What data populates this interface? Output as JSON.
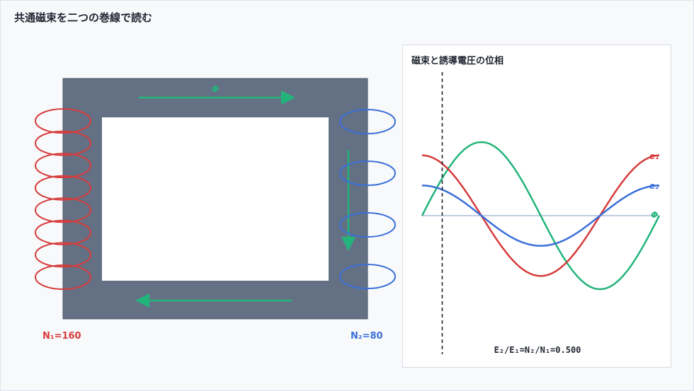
{
  "title": "共通磁束を二つの巻線で読む",
  "colors": {
    "core": "#647185",
    "primary": "#d63b3b",
    "secondary": "#3a6fd8",
    "flux": "#22b47a",
    "axis": "#9aaed0"
  },
  "core": {
    "flux_label": "Φ"
  },
  "primary_winding": {
    "label": "N₁=160",
    "turns": 160,
    "visible_loops": 8
  },
  "secondary_winding": {
    "label": "N₂=80",
    "turns": 80,
    "visible_loops": 4
  },
  "phase_panel": {
    "title": "磁束と誘導電圧の位相",
    "ratio_text": "E₂/E₁=N₂/N₁=0.500",
    "labels": {
      "e1": "e₁",
      "e2": "e₂",
      "phi": "Φ"
    },
    "curves": {
      "phi_amplitude": 1.0,
      "e1_amplitude": 0.82,
      "e2_amplitude": 0.41,
      "cursor_phase_fraction": 0.085
    }
  }
}
